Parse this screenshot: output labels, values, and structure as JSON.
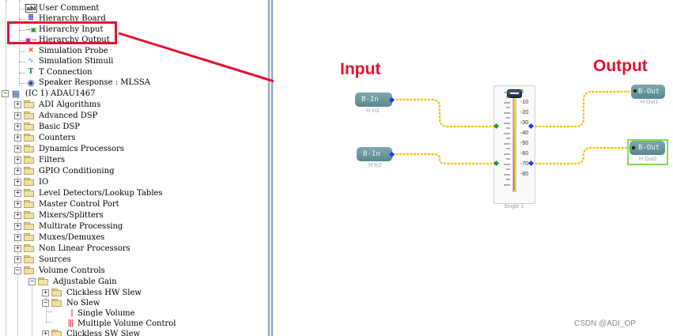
{
  "tree": {
    "items": [
      {
        "label": "User Comment",
        "icon": "comment-icon",
        "glyph": "abl"
      },
      {
        "label": "Hierarchy Board",
        "icon": "hierarchy-board-icon",
        "glyph": "≣"
      },
      {
        "label": "Hierarchy Input",
        "icon": "hierarchy-input-icon",
        "glyph": "→▣"
      },
      {
        "label": "Hierarchy Output",
        "icon": "hierarchy-output-icon",
        "glyph": "▣→"
      },
      {
        "label": "Simulation Probe",
        "icon": "probe-icon",
        "glyph": "✕"
      },
      {
        "label": "Simulation Stimuli",
        "icon": "stimuli-icon",
        "glyph": "∿"
      },
      {
        "label": "T Connection",
        "icon": "t-connection-icon",
        "glyph": "T"
      },
      {
        "label": "Speaker Response : MLSSA",
        "icon": "speaker-icon",
        "glyph": "◉"
      },
      {
        "label": "(IC 1) ADAU1467",
        "icon": "chip-icon",
        "glyph": "▦"
      },
      {
        "label": "ADI Algorithms"
      },
      {
        "label": "Advanced DSP"
      },
      {
        "label": "Basic DSP"
      },
      {
        "label": "Counters"
      },
      {
        "label": "Dynamics Processors"
      },
      {
        "label": "Filters"
      },
      {
        "label": "GPIO Conditioning"
      },
      {
        "label": "IO"
      },
      {
        "label": "Level Detectors/Lookup Tables"
      },
      {
        "label": "Master Control Port"
      },
      {
        "label": "Mixers/Splitters"
      },
      {
        "label": "Multirate Processing"
      },
      {
        "label": "Muxes/Demuxes"
      },
      {
        "label": "Non Linear Processors"
      },
      {
        "label": "Sources"
      },
      {
        "label": "Volume Controls"
      },
      {
        "label": "Adjustable Gain"
      },
      {
        "label": "Clickless HW Slew"
      },
      {
        "label": "No Slew"
      },
      {
        "label": "Single Volume",
        "icon": "single-volume-icon",
        "glyph": "|"
      },
      {
        "label": "Multiple Volume Control",
        "icon": "multi-volume-icon",
        "glyph": "|||"
      },
      {
        "label": "Clickless SW Slew"
      }
    ]
  },
  "canvas": {
    "input_label": "Input",
    "output_label": "Output",
    "blocks": {
      "in1": {
        "text": "B-In",
        "caption": "H In1"
      },
      "in2": {
        "text": "B-In",
        "caption": "H In2"
      },
      "out1": {
        "text": "B-Out",
        "caption": "H Out1"
      },
      "out2": {
        "text": "B-Out",
        "caption": "H Out2"
      }
    },
    "slider": {
      "caption": "Single 1",
      "ticks": [
        "0",
        "-10",
        "-20",
        "-30",
        "-40",
        "-50",
        "-60",
        "-70",
        "-80"
      ],
      "level_db": 0
    },
    "watermark": "CSDN @ADI_OP"
  },
  "colors": {
    "highlight": "#e8112d",
    "wire": "#f2c500",
    "block": "#6b9499",
    "selected": "#7ee04a"
  }
}
